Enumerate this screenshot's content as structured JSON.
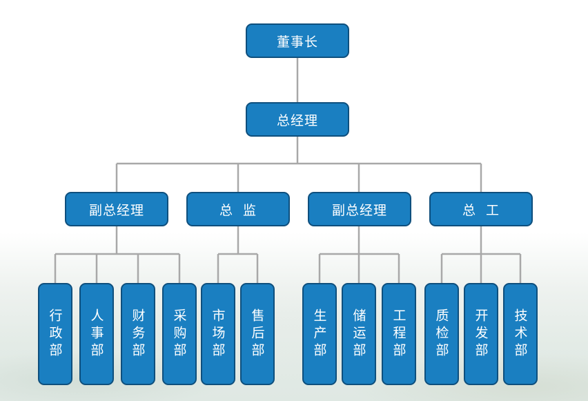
{
  "chairman": "董事长",
  "general_manager": "总经理",
  "level2": [
    "副总经理",
    "总  监",
    "副总经理",
    "总  工"
  ],
  "departments": [
    "行政部",
    "人事部",
    "财务部",
    "采购部",
    "市场部",
    "售后部",
    "生产部",
    "储运部",
    "工程部",
    "质检部",
    "开发部",
    "技术部"
  ],
  "colors": {
    "box_fill": "#1a7fc1",
    "box_border": "#0e4f7d",
    "connector": "#a8a8a8",
    "text": "#ffffff"
  }
}
